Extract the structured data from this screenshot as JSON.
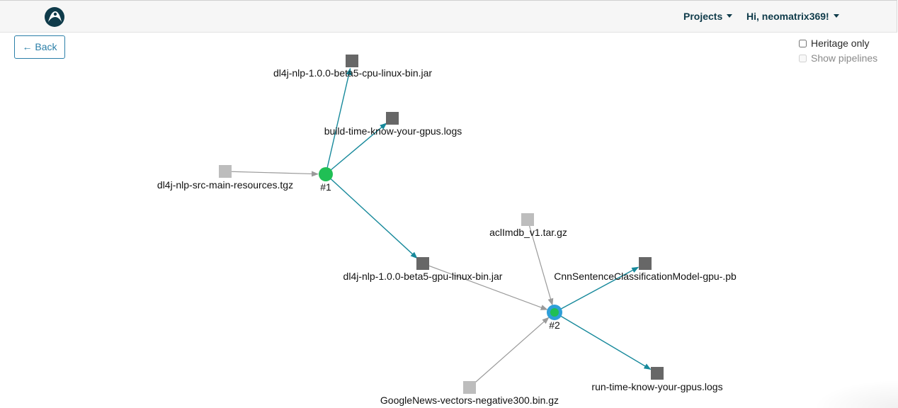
{
  "header": {
    "projects_label": "Projects",
    "user_label": "Hi, neomatrix369!"
  },
  "toolbar": {
    "back_label": "← Back"
  },
  "options": {
    "heritage_only_label": "Heritage only",
    "show_pipelines_label": "Show pipelines",
    "heritage_only_checked": false,
    "show_pipelines_checked": false,
    "show_pipelines_disabled": true
  },
  "colors": {
    "edge_teal": "#17899b",
    "edge_gray": "#9a9a9a",
    "run_node": "#20bf55",
    "run_node_ring": "#2e9fd8",
    "output_file": "#676767",
    "input_file": "#bdbdbd"
  },
  "graph": {
    "runs": [
      {
        "id": "run1",
        "label": "#1"
      },
      {
        "id": "run2",
        "label": "#2"
      }
    ],
    "files": [
      {
        "id": "f_cpu_jar",
        "label": "dl4j-nlp-1.0.0-beta5-cpu-linux-bin.jar",
        "kind": "output"
      },
      {
        "id": "f_build_logs",
        "label": "build-time-know-your-gpus.logs",
        "kind": "output"
      },
      {
        "id": "f_src_tgz",
        "label": "dl4j-nlp-src-main-resources.tgz",
        "kind": "input"
      },
      {
        "id": "f_aclimdb",
        "label": "aclImdb_v1.tar.gz",
        "kind": "input"
      },
      {
        "id": "f_gpu_jar",
        "label": "dl4j-nlp-1.0.0-beta5-gpu-linux-bin.jar",
        "kind": "output"
      },
      {
        "id": "f_cnn_model",
        "label": "CnnSentenceClassificationModel-gpu-.pb",
        "kind": "output"
      },
      {
        "id": "f_run_logs",
        "label": "run-time-know-your-gpus.logs",
        "kind": "output"
      },
      {
        "id": "f_googlenews",
        "label": "GoogleNews-vectors-negative300.bin.gz",
        "kind": "input"
      }
    ],
    "edges": [
      {
        "from": "run1",
        "to": "f_cpu_jar",
        "kind": "output"
      },
      {
        "from": "run1",
        "to": "f_build_logs",
        "kind": "output"
      },
      {
        "from": "f_src_tgz",
        "to": "run1",
        "kind": "input"
      },
      {
        "from": "run1",
        "to": "f_gpu_jar",
        "kind": "output"
      },
      {
        "from": "f_gpu_jar",
        "to": "run2",
        "kind": "input"
      },
      {
        "from": "f_aclimdb",
        "to": "run2",
        "kind": "input"
      },
      {
        "from": "f_googlenews",
        "to": "run2",
        "kind": "input"
      },
      {
        "from": "run2",
        "to": "f_cnn_model",
        "kind": "output"
      },
      {
        "from": "run2",
        "to": "f_run_logs",
        "kind": "output"
      }
    ]
  }
}
